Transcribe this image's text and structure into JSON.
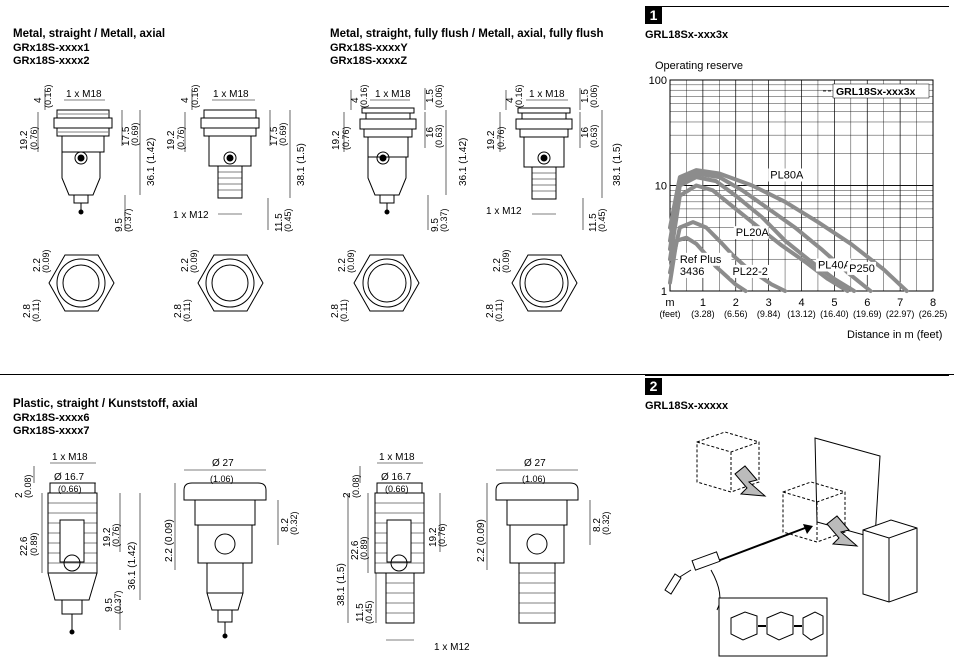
{
  "sec1": {
    "title": "Metal, straight / Metall, axial",
    "codes": [
      "GRx18S-xxxx1",
      "GRx18S-xxxx2"
    ]
  },
  "sec2": {
    "title": "Metal, straight, fully flush / Metall, axial, fully flush",
    "codes": [
      "GRx18S-xxxxY",
      "GRx18S-xxxxZ"
    ]
  },
  "sec3": {
    "title": "Plastic, straight / Kunststoff, axial",
    "codes": [
      "GRx18S-xxxx6",
      "GRx18S-xxxx7"
    ]
  },
  "panel1": {
    "badge": "1",
    "title": "GRL18Sx-xxx3x"
  },
  "panel2": {
    "badge": "2",
    "title": "GRL18Sx-xxxxx"
  },
  "dims": {
    "d4": "4",
    "d4i": "(0.16)",
    "m18": "1 x M18",
    "d19_2": "19.2",
    "d19_2i": "(0.76)",
    "d17_5": "17.5",
    "d17_5i": "(0.69)",
    "d36_1": "36.1 (1.42)",
    "d9_5": "9.5",
    "d9_5i": "(0.37)",
    "d38_1": "38.1 (1.5)",
    "d11_5": "11.5",
    "d11_5i": "(0.45)",
    "m12": "1 x M12",
    "d1_5": "1.5",
    "d1_5i": "(0.06)",
    "d16": "16",
    "d16i": "(0.63)",
    "d2_2": "2.2",
    "d2_2i": "(0.09)",
    "d2_8": "2.8",
    "d2_8i": "(0.11)",
    "d2": "2",
    "d2i": "(0.08)",
    "o16_7": "Ø 16.7",
    "o16_7i": "(0.66)",
    "o27": "Ø 27",
    "o27i": "(1.06)",
    "d22_6": "22.6",
    "d22_6i": "(0.89)",
    "d8_2": "8.2",
    "d8_2i": "(0.32)",
    "d2_2p": "2.2 (0.09)",
    "d38_1p": "38.1 (1.5)"
  },
  "chart_data": {
    "type": "line",
    "title": "GRL18Sx-xxx3x",
    "ylabel": "Operating reserve",
    "xlabel": "Distance in m (feet)",
    "yscale": "log",
    "ylim": [
      1,
      100
    ],
    "xlim": [
      0,
      8
    ],
    "x_ticks": [
      "m",
      "1",
      "2",
      "3",
      "4",
      "5",
      "6",
      "7",
      "8"
    ],
    "x_ticks_feet": [
      "(feet)",
      "(3.28)",
      "(6.56)",
      "(9.84)",
      "(13.12)",
      "(16.40)",
      "(19.69)",
      "(22.97)",
      "(26.25)"
    ],
    "y_ticks": [
      "100",
      "10",
      "1"
    ],
    "grid": true,
    "series": [
      {
        "name": "PL80A",
        "x": [
          0,
          0.3,
          0.8,
          1.5,
          2.5,
          3.5,
          4.5,
          5.5,
          6.5,
          7.2
        ],
        "y": [
          4,
          12,
          14,
          13,
          10,
          7,
          4.5,
          2.8,
          1.6,
          1
        ]
      },
      {
        "name": "PL20A",
        "x": [
          0,
          0.3,
          0.8,
          1.5,
          2.2,
          3,
          3.8,
          4.6,
          5.4,
          6.1
        ],
        "y": [
          3,
          11,
          13,
          12,
          9,
          6,
          4,
          2.5,
          1.5,
          1
        ]
      },
      {
        "name": "PL40A",
        "x": [
          0,
          0.3,
          0.8,
          1.4,
          2,
          2.8,
          3.5,
          4.2,
          5,
          5.6
        ],
        "y": [
          2.5,
          10,
          12,
          11,
          8,
          5,
          3,
          2,
          1.3,
          1
        ]
      },
      {
        "name": "P250",
        "x": [
          0,
          0.3,
          0.8,
          1.3,
          2,
          2.7,
          3.4,
          4.1,
          4.8,
          5.4
        ],
        "y": [
          2,
          8,
          10,
          9,
          6,
          4,
          2.7,
          1.9,
          1.3,
          1
        ]
      },
      {
        "name": "PL22-2",
        "x": [
          0,
          0.3,
          0.7,
          1.1,
          1.5,
          1.9,
          2.3,
          2.7,
          3.1,
          3.5
        ],
        "y": [
          1.5,
          4,
          4.5,
          4,
          3,
          2.2,
          1.7,
          1.4,
          1.15,
          1
        ]
      },
      {
        "name": "Ref Plus 3436",
        "x": [
          0,
          0.2,
          0.5,
          0.8,
          1.1,
          1.4,
          1.7,
          2,
          2.3
        ],
        "y": [
          1.2,
          3,
          3.2,
          2.8,
          2.2,
          1.7,
          1.4,
          1.15,
          1
        ]
      }
    ],
    "labels": {
      "legend": "GRL18Sx-xxx3x",
      "ref_plus": "Ref Plus",
      "ref_plus_num": "3436"
    }
  }
}
